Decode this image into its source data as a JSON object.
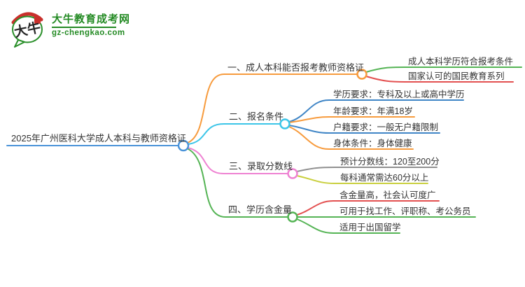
{
  "logo": {
    "title": "大牛教育成考网",
    "domain": "gz-chengkao.com",
    "icon_text": "大牛"
  },
  "colors": {
    "brand_green": "#238a23",
    "central_blue": "#4a93d9",
    "child_blue": "#3f85c6",
    "orange": "#f79b3d",
    "cyan": "#3cc5e8",
    "pink": "#ee82d2",
    "green": "#55b455",
    "red": "#e35050",
    "gray": "#909090",
    "yellow_green": "#c9cf3e",
    "text": "#333333"
  },
  "mindmap": {
    "central": {
      "label": "2025年广州医科大学成人本科与教师资格证",
      "color": "central_blue"
    },
    "branches": [
      {
        "label": "一、成人本科能否报考教师资格证",
        "color": "orange",
        "children": [
          {
            "label": "成人本科学历符合报考条件",
            "color": "green"
          },
          {
            "label": "国家认可的国民教育系列",
            "color": "red"
          }
        ]
      },
      {
        "label": "二、报名条件",
        "color": "cyan",
        "children": [
          {
            "label": "学历要求：专科及以上或高中学历",
            "color": "child_blue"
          },
          {
            "label": "年龄要求：年满18岁",
            "color": "orange"
          },
          {
            "label": "户籍要求：一般无户籍限制",
            "color": "child_blue"
          },
          {
            "label": "身体条件：身体健康",
            "color": "orange"
          }
        ]
      },
      {
        "label": "三、录取分数线",
        "color": "pink",
        "children": [
          {
            "label": "预计分数线：120至200分",
            "color": "gray"
          },
          {
            "label": "每科通常需达60分以上",
            "color": "yellow_green"
          }
        ]
      },
      {
        "label": "四、学历含金量",
        "color": "green",
        "children": [
          {
            "label": "含金量高，社会认可度广",
            "color": "red"
          },
          {
            "label": "可用于找工作、评职称、考公务员",
            "color": "green"
          },
          {
            "label": "适用于出国留学",
            "color": "green"
          }
        ]
      }
    ]
  }
}
